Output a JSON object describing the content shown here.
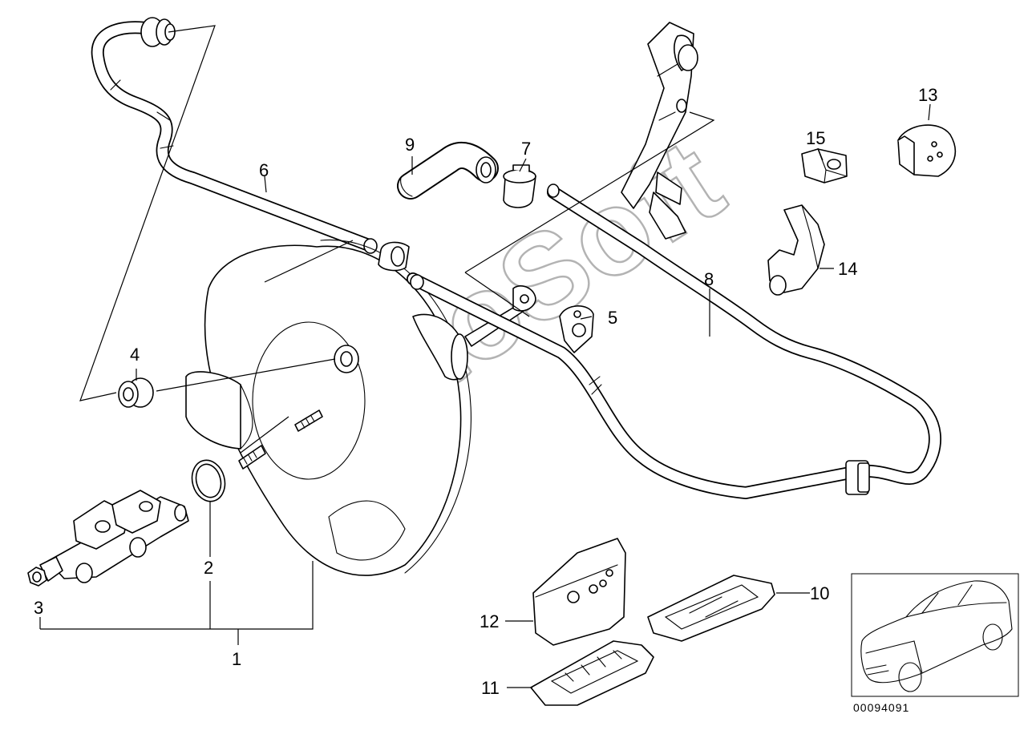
{
  "callouts": {
    "c1": "1",
    "c2": "2",
    "c3": "3",
    "c4": "4",
    "c5": "5",
    "c6": "6",
    "c7": "7",
    "c8": "8",
    "c9": "9",
    "c10": "10",
    "c11": "11",
    "c12": "12",
    "c13": "13",
    "c14": "14",
    "c15": "15"
  },
  "watermark": "AutoSoft",
  "reference_number": "00094091",
  "colors": {
    "line": "#000000",
    "watermark": "#b3b3b3",
    "background": "#ffffff"
  }
}
